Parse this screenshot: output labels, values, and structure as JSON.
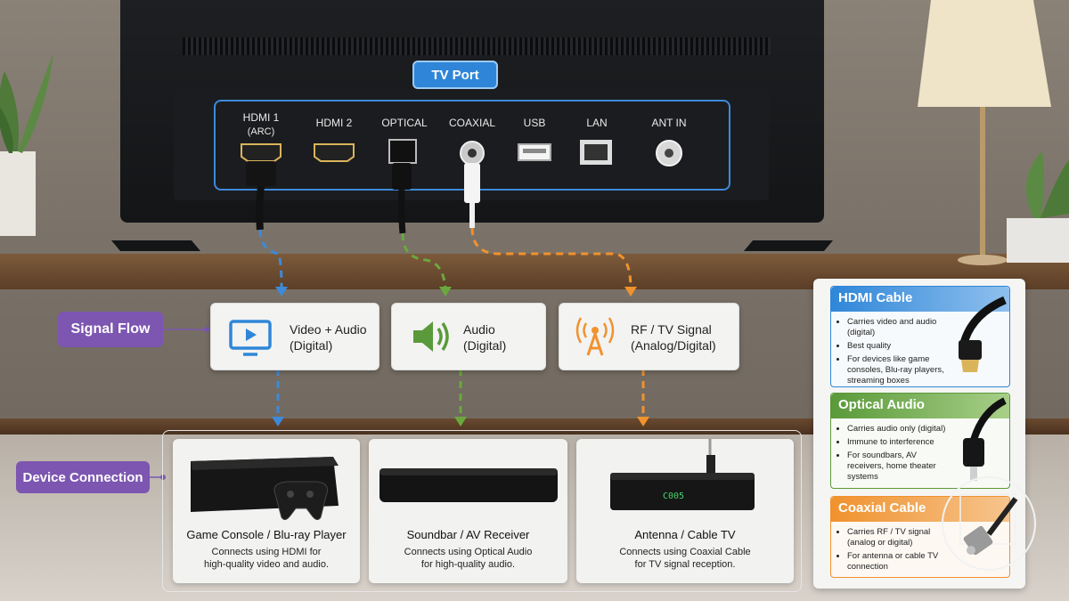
{
  "tv_port": {
    "label": "TV Port"
  },
  "ports": [
    {
      "name": "HDMI 1",
      "sub": "(ARC)"
    },
    {
      "name": "HDMI 2",
      "sub": ""
    },
    {
      "name": "OPTICAL",
      "sub": ""
    },
    {
      "name": "COAXIAL",
      "sub": ""
    },
    {
      "name": "USB",
      "sub": ""
    },
    {
      "name": "LAN",
      "sub": ""
    },
    {
      "name": "ANT IN",
      "sub": ""
    }
  ],
  "signal_flow": {
    "label": "Signal Flow",
    "cards": [
      {
        "line1": "Video + Audio",
        "line2": "(Digital)",
        "icon": "tv-icon",
        "color": "#2f86d8"
      },
      {
        "line1": "Audio",
        "line2": "(Digital)",
        "icon": "speaker-icon",
        "color": "#5a9a3a"
      },
      {
        "line1": "RF / TV Signal",
        "line2": "(Analog/Digital)",
        "icon": "antenna-icon",
        "color": "#f0922e"
      }
    ]
  },
  "device_connection": {
    "label": "Device Connection",
    "devices": [
      {
        "title": "Game Console / Blu-ray Player",
        "desc1": "Connects using HDMI for",
        "desc2": "high-quality video and audio."
      },
      {
        "title": "Soundbar / AV Receiver",
        "desc1": "Connects using Optical Audio",
        "desc2": "for high-quality audio."
      },
      {
        "title": "Antenna / Cable TV",
        "desc1": "Connects using Coaxial Cable",
        "desc2": "for TV signal reception.",
        "display": "C005"
      }
    ]
  },
  "legend": {
    "hdmi": {
      "title": "HDMI Cable",
      "color": "#2f86d8",
      "items": [
        "Carries video and audio (digital)",
        "Best quality",
        "For devices like game consoles, Blu-ray players, streaming boxes"
      ]
    },
    "optical": {
      "title": "Optical Audio",
      "color": "#5a9a3a",
      "items": [
        "Carries audio only (digital)",
        "Immune to interference",
        "For soundbars, AV receivers, home theater systems"
      ]
    },
    "coaxial": {
      "title": "Coaxial Cable",
      "color": "#f0922e",
      "items": [
        "Carries RF / TV signal (analog or digital)",
        "For antenna or cable TV connection"
      ]
    }
  }
}
